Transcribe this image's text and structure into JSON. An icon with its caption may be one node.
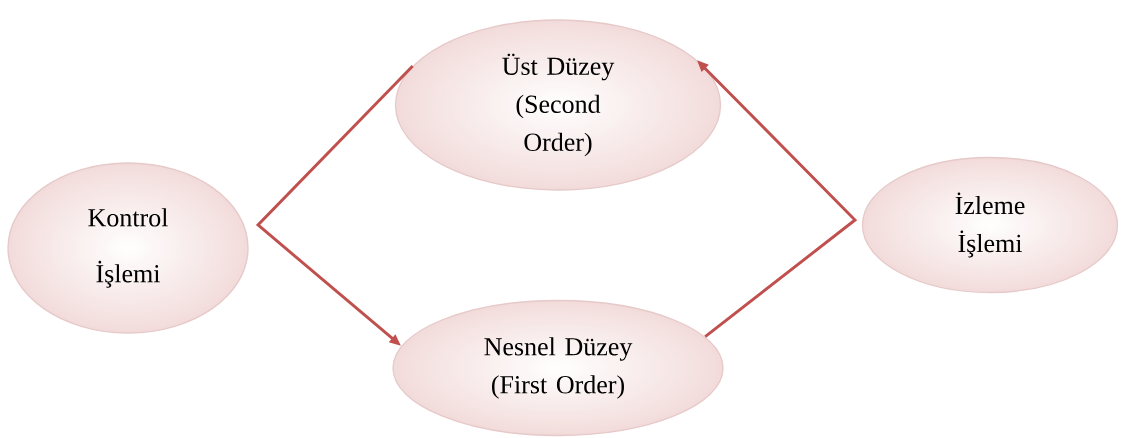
{
  "diagram": {
    "nodes": [
      {
        "text": [
          "Kontrol İşlemi"
        ]
      },
      {
        "text": [
          "Üst Düzey (Second Order)"
        ]
      },
      {
        "text": [
          "Nesnel Düzey (First Order)"
        ]
      },
      {
        "text": [
          "İzleme İşlemi"
        ]
      }
    ],
    "edges": [
      {
        "from": 1,
        "to": 2,
        "arrow": "to"
      },
      {
        "from": 2,
        "to": 1,
        "arrow": "to"
      }
    ]
  }
}
